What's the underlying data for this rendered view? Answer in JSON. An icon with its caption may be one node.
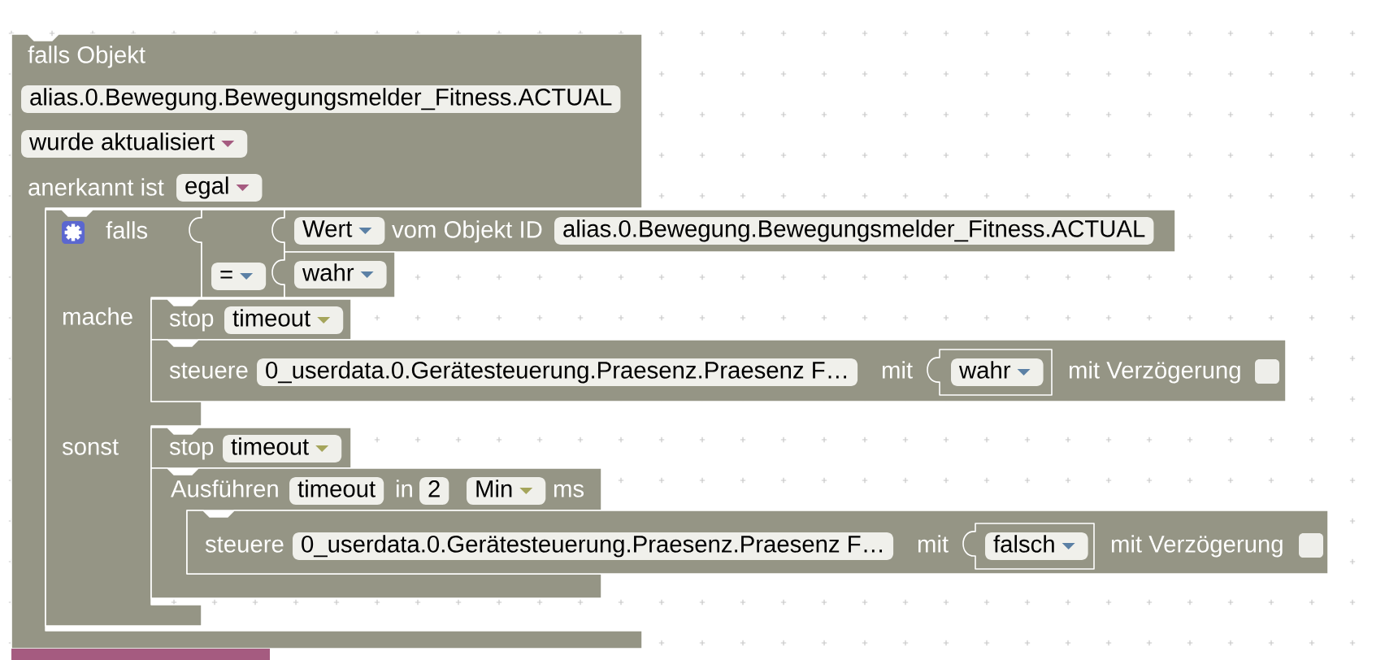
{
  "diagram": {
    "nodes": [
      {
        "text": [
          "falls Objekt",
          "anerkannt ist"
        ]
      },
      {
        "text": [
          "alias.0.Bewegung.Bewegungsmelder_Fitness.ACTUAL"
        ],
        "in": 0
      },
      {
        "text": [
          "wurde aktualisiert"
        ],
        "in": 0
      },
      {
        "text": [
          "egal"
        ],
        "in": 0
      },
      {
        "text": [
          "falls",
          "mache",
          "sonst"
        ],
        "in": 0
      },
      {
        "text": [],
        "shape": "box",
        "in": 0
      },
      {
        "text": [
          "vom Objekt ID"
        ]
      },
      {
        "text": [
          "Wert"
        ],
        "in": 6
      },
      {
        "text": [
          "alias.0.Bewegung.Bewegungsmelder_Fitness.ACTUAL"
        ],
        "in": 6
      },
      {
        "text": [
          "="
        ],
        "in": 5
      },
      {
        "text": [],
        "shape": "box",
        "in": 0
      },
      {
        "text": [
          "wahr"
        ],
        "in": 10
      },
      {
        "text": [
          "stop"
        ],
        "in": 0
      },
      {
        "text": [
          "timeout"
        ],
        "in": 12
      },
      {
        "text": [
          "steuere",
          "mit",
          "mit Verzögerung"
        ]
      },
      {
        "text": [
          "0_userdata.0.Gerätesteuerung.Praesenz.Praesenz F…"
        ],
        "in": 14
      },
      {
        "text": [],
        "shape": "box",
        "in": 14
      },
      {
        "text": [
          "wahr"
        ],
        "in": 16
      },
      {
        "text": [
          "stop"
        ],
        "in": 0
      },
      {
        "text": [
          "timeout"
        ],
        "in": 18
      },
      {
        "text": [
          "Ausführen",
          "in",
          "ms"
        ],
        "in": 0
      },
      {
        "text": [
          "timeout"
        ],
        "in": 20
      },
      {
        "text": [
          "2"
        ],
        "in": 20
      },
      {
        "text": [
          "Min"
        ],
        "in": 20
      },
      {
        "text": [
          "steuere",
          "mit",
          "mit Verzögerung"
        ]
      },
      {
        "text": [
          "0_userdata.0.Gerätesteuerung.Praesenz.Praesenz F…"
        ],
        "in": 24
      },
      {
        "text": [],
        "shape": "box",
        "in": 24
      },
      {
        "text": [
          "falsch"
        ],
        "in": 26
      },
      {
        "text": [],
        "shape": "bar"
      }
    ]
  }
}
